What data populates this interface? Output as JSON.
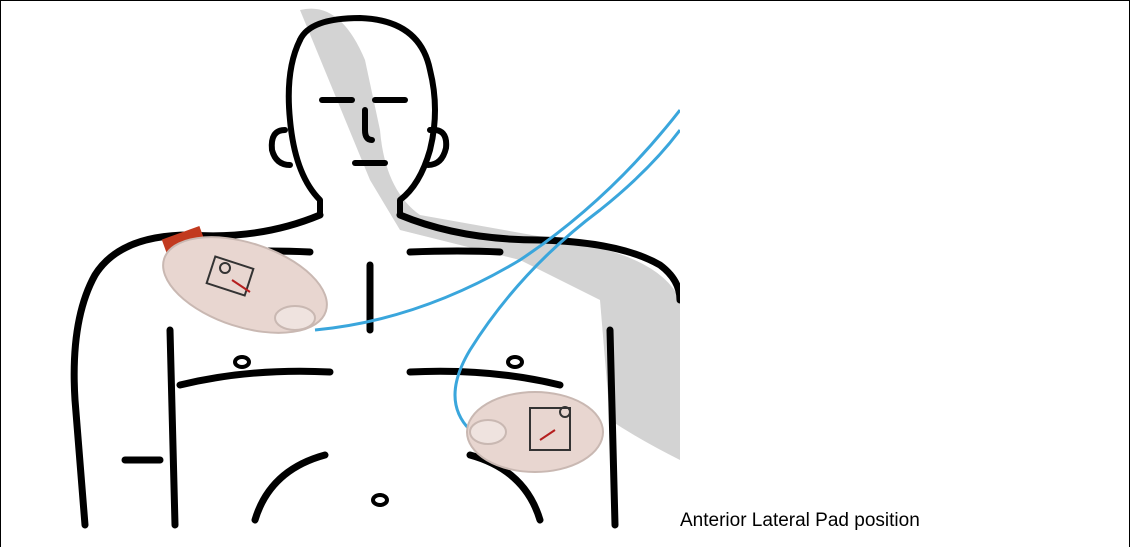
{
  "caption": "Anterior Lateral Pad position",
  "colors": {
    "outline": "#000000",
    "shadow": "#cfcfcf",
    "cable": "#3aa6dc",
    "pad": "#e8d6d0",
    "pad_connector": "#c23a1f"
  },
  "icons": [
    "torso-outline",
    "electrode-pad",
    "cable",
    "connector-tab"
  ]
}
